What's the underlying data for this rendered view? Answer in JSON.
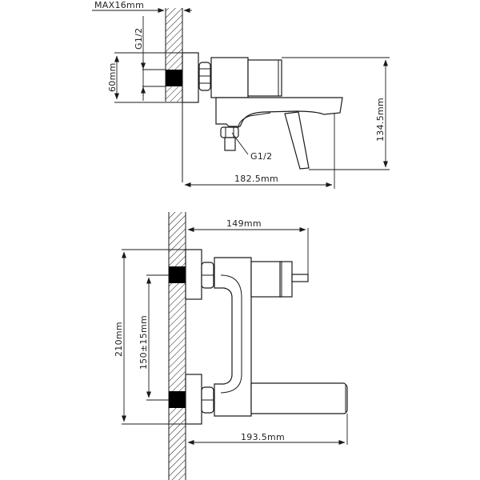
{
  "drawing": {
    "views": [
      {
        "name": "side-view",
        "dimensions": {
          "wall_thickness": "MAX16mm",
          "inlet_thread": "G1/2",
          "flange_height": "60mm",
          "total_height": "134.5mm",
          "outlet_thread": "G1/2",
          "total_depth": "182.5mm"
        }
      },
      {
        "name": "top-view",
        "dimensions": {
          "handle_depth": "149mm",
          "total_width": "210mm",
          "center_distance": "150±15mm",
          "spout_depth": "193.5mm"
        }
      }
    ],
    "colors": {
      "line": "#1a1a1a",
      "fill_block": "#000000",
      "background": "#ffffff"
    }
  }
}
